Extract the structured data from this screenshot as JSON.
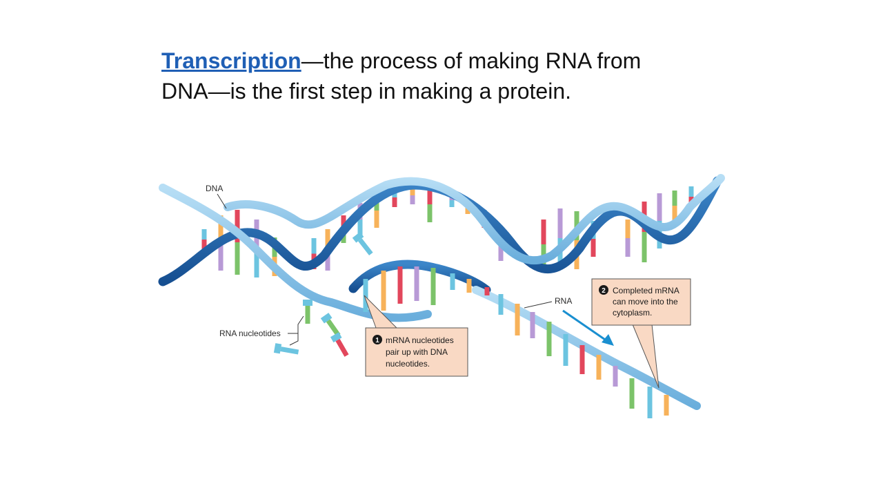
{
  "heading": {
    "link_text": "Transcription",
    "line1_rest": "—the process of making RNA from",
    "line2": "DNA—is the first step in making a protein."
  },
  "labels": {
    "dna": "DNA",
    "rna": "RNA",
    "rna_nucleotides": "RNA nucleotides"
  },
  "callouts": [
    {
      "number": "1",
      "lines": [
        "mRNA nucleotides",
        "pair up with DNA",
        "nucleotides."
      ]
    },
    {
      "number": "2",
      "lines": [
        "Completed mRNA",
        "can move into the",
        "cytoplasm."
      ]
    }
  ],
  "colors": {
    "link": "#1f5fb5",
    "strand_dark": "#1c5fa8",
    "strand_light": "#8ec6ea",
    "callout_fill": "#f9d9c4",
    "callout_border": "#555555",
    "base_blue": "#6cc4e0",
    "base_orange": "#f7b25a",
    "base_red": "#e2475c",
    "base_purple": "#b89ad6",
    "base_green": "#7cc36a"
  }
}
